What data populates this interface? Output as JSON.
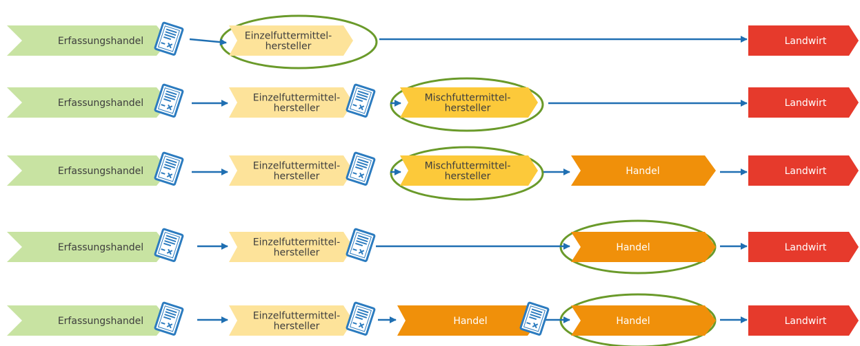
{
  "colors": {
    "collector_fill": "#c8e3a2",
    "single_feed_fill": "#fde39a",
    "compound_feed_fill": "#fcc93a",
    "trade_fill": "#f0900a",
    "farmer_fill": "#e63a2c",
    "arrow": "#1f6fb2",
    "highlight_ellipse": "#6a9a2a",
    "document_icon": "#2b7bbf",
    "dark_text": "#3d3d3d",
    "light_text": "#ffffff"
  },
  "rows": [
    {
      "collector": "Erfassungshandel",
      "single_feed": [
        "Einzelfuttermittel-",
        "hersteller"
      ],
      "farmer": "Landwirt"
    },
    {
      "collector": "Erfassungshandel",
      "single_feed": [
        "Einzelfuttermittel-",
        "hersteller"
      ],
      "compound_feed": [
        "Mischfuttermittel-",
        "hersteller"
      ],
      "farmer": "Landwirt"
    },
    {
      "collector": "Erfassungshandel",
      "single_feed": [
        "Einzelfuttermittel-",
        "hersteller"
      ],
      "compound_feed": [
        "Mischfuttermittel-",
        "hersteller"
      ],
      "trade": "Handel",
      "farmer": "Landwirt"
    },
    {
      "collector": "Erfassungshandel",
      "single_feed": [
        "Einzelfuttermittel-",
        "hersteller"
      ],
      "trade": "Handel",
      "farmer": "Landwirt"
    },
    {
      "collector": "Erfassungshandel",
      "single_feed": [
        "Einzelfuttermittel-",
        "hersteller"
      ],
      "trade_first": "Handel",
      "trade": "Handel",
      "farmer": "Landwirt"
    }
  ]
}
